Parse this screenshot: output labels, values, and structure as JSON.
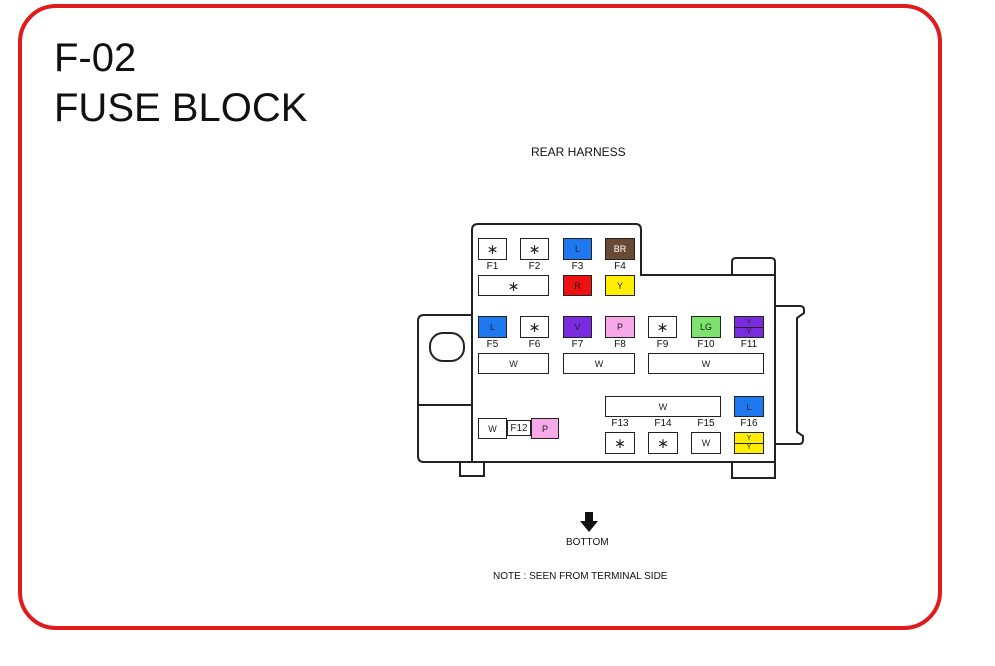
{
  "diagram": {
    "code": "F-02",
    "name": "FUSE BLOCK",
    "top_label": "REAR HARNESS",
    "bottom_label": "BOTTOM",
    "note": "NOTE : SEEN FROM TERMINAL SIDE"
  },
  "colors": {
    "frame": "#e11b1b",
    "L": "#1e78f0",
    "BR": "#6b4a35",
    "R": "#ee1111",
    "Y": "#ffee00",
    "V": "#7a2be0",
    "P": "#f6a8e8",
    "LG": "#7ee26e",
    "W": "#ffffff"
  },
  "fuses": {
    "F1": {
      "label": "F1",
      "wire": "∗"
    },
    "F2": {
      "label": "F2",
      "wire": "∗"
    },
    "F3": {
      "label": "F3",
      "wire": "L"
    },
    "F4": {
      "label": "F4",
      "wire": "BR"
    },
    "F5": {
      "label": "F5",
      "wire": "L"
    },
    "F6": {
      "label": "F6",
      "wire": "∗"
    },
    "F7": {
      "label": "F7",
      "wire": "V"
    },
    "F8": {
      "label": "F8",
      "wire": "P"
    },
    "F9": {
      "label": "F9",
      "wire": "∗"
    },
    "F10": {
      "label": "F10",
      "wire": "LG"
    },
    "F11": {
      "label": "F11",
      "wire_top": "Y",
      "wire_bottom": "V"
    },
    "F12": {
      "label": "F12"
    },
    "F13": {
      "label": "F13",
      "wire": "∗"
    },
    "F14": {
      "label": "F14",
      "wire": "∗"
    },
    "F15": {
      "label": "F15",
      "wire": "W"
    },
    "F16": {
      "label": "F16",
      "wire": "L",
      "wire2_top": "Y",
      "wire2_bottom": "Y"
    }
  },
  "wires": {
    "row1_left_bottom": "∗",
    "f3_bottom": "R",
    "f4_bottom": "Y",
    "row2_a": "W",
    "row2_b": "W",
    "row2_c": "W",
    "f12_left": "W",
    "f12_right": "P",
    "row3_top": "W"
  }
}
